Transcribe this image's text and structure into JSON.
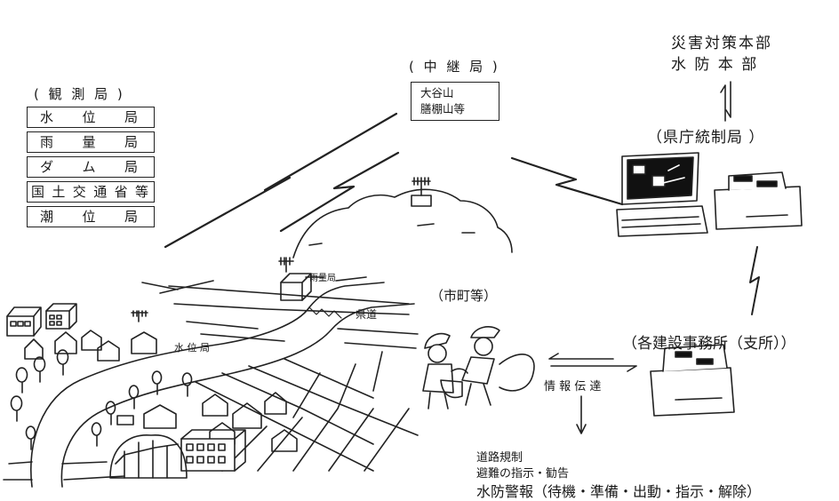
{
  "observation": {
    "title": "( 観 測 局 )",
    "stations": [
      "水位局",
      "雨量局",
      "ダム局",
      "国土交通省等",
      "潮位局"
    ]
  },
  "relay": {
    "title": "( 中 継 局 )",
    "line1": "大谷山",
    "line2": "膳棚山等"
  },
  "hq": {
    "line1": "災害対策本部",
    "line2": "水 防 本 部"
  },
  "prefecture": {
    "title": "（県庁統制局 ）"
  },
  "branch": {
    "title": "（各建設事務所（支所））"
  },
  "municipality": {
    "title": "（市町等）"
  },
  "map_labels": {
    "rain": "雨量局",
    "road": "県道",
    "water_level": "水 位 局"
  },
  "info_label": "情 報 伝 達",
  "outputs": {
    "line1": "道路規制",
    "line2": "避難の指示・勧告",
    "line3": "水防警報（待機・準備・出動・指示・解除）"
  }
}
